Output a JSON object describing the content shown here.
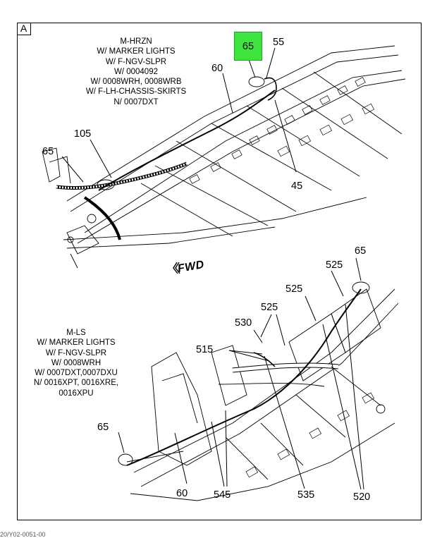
{
  "panel_label": "A",
  "fwd_label": "FWD",
  "top_view": {
    "conditions": "M-HRZN\nW/ MARKER LIGHTS\nW/ F-NGV-SLPR\nW/ 0004092\nW/ 0008WRH, 0008WRB\nW/ F-LH-CHASSIS-SKIRTS\nN/ 0007DXT",
    "callouts": {
      "highlighted_65": "65",
      "c55": "55",
      "c60": "60",
      "c105": "105",
      "c65_left": "65",
      "c45": "45"
    },
    "highlight_color": "#3ee53e"
  },
  "bottom_view": {
    "conditions": "M-LS\nW/ MARKER LIGHTS\nW/ F-NGV-SLPR\nW/ 0008WRH\nW/ 0007DXT,0007DXU\nN/ 0016XPT, 0016XRE,\n0016XPU",
    "callouts": {
      "c65_top": "65",
      "c525_a": "525",
      "c525_b": "525",
      "c525_c": "525",
      "c530": "530",
      "c515": "515",
      "c65_left": "65",
      "c60": "60",
      "c545": "545",
      "c535": "535",
      "c520": "520"
    }
  },
  "footer_text": "20/Y02-0051-00"
}
